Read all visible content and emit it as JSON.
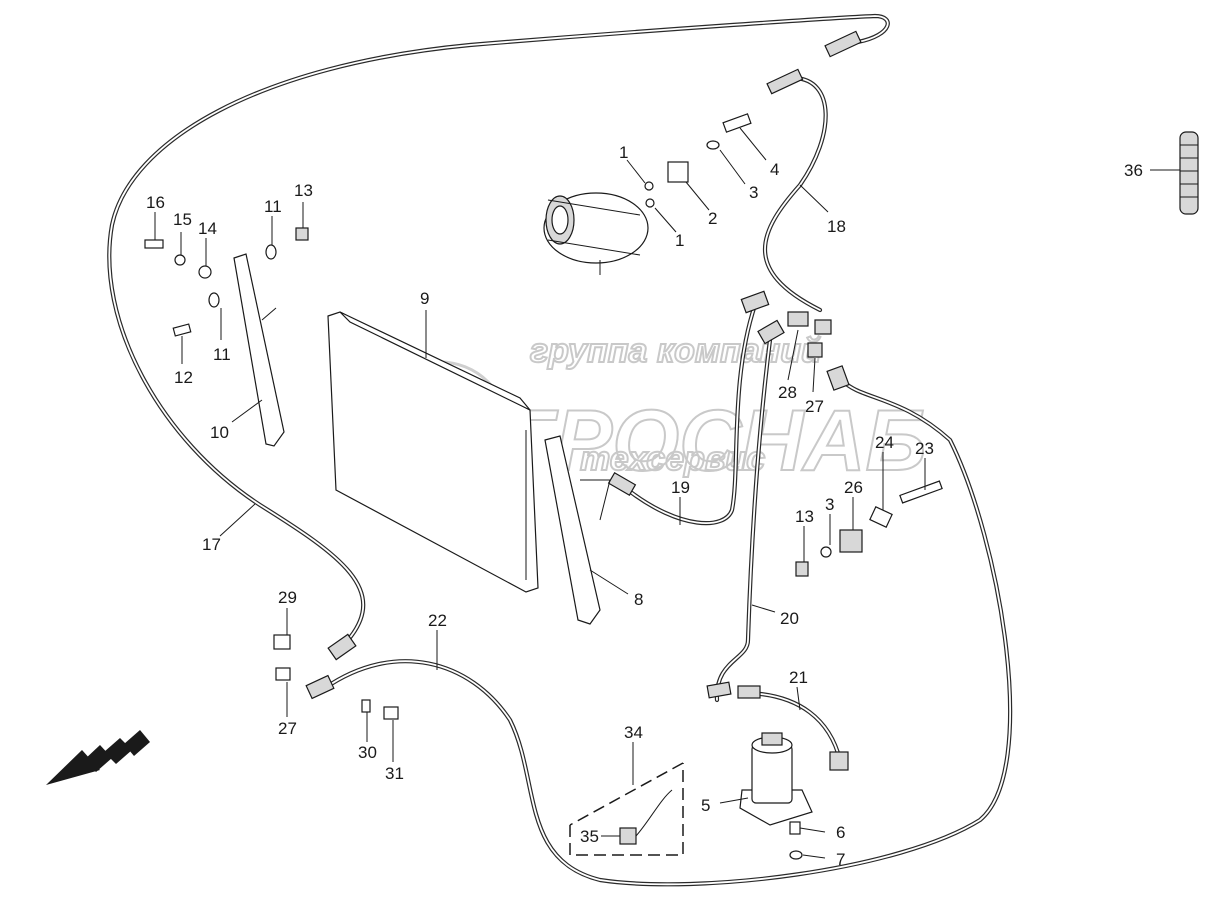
{
  "watermark": {
    "line1": "группа компаний",
    "line2": "АГРОСНАБ",
    "line3": "техсервис"
  },
  "callouts": [
    "1",
    "1",
    "2",
    "3",
    "4",
    "18",
    "36",
    "16",
    "15",
    "14",
    "13",
    "11",
    "11",
    "12",
    "10",
    "9",
    "28",
    "27",
    "23",
    "24",
    "26",
    "3",
    "13",
    "19",
    "8",
    "17",
    "29",
    "27",
    "22",
    "20",
    "21",
    "30",
    "31",
    "34",
    "5",
    "35",
    "6",
    "7"
  ]
}
